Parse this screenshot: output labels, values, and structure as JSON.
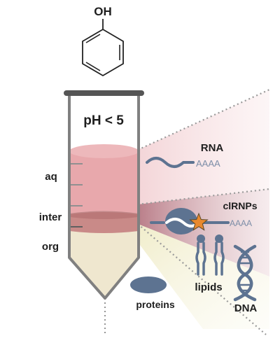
{
  "molecule": {
    "substituent_label": "OH"
  },
  "tube": {
    "condition_label": "pH < 5"
  },
  "phases": {
    "aqueous": "aq",
    "interphase": "inter",
    "organic": "org"
  },
  "components": {
    "rna": "RNA",
    "clrnps": "clRNPs",
    "lipids": "lipids",
    "dna": "DNA",
    "proteins": "proteins",
    "polya": "AAAA"
  },
  "colors": {
    "aqueous_phase": "#e8a8ac",
    "interphase": "#c98a88",
    "organic_phase": "#efe7cf",
    "tube_outline": "#7f7f7f",
    "biomolecule": "#5d7391",
    "crosslink_star": "#e9892e"
  }
}
